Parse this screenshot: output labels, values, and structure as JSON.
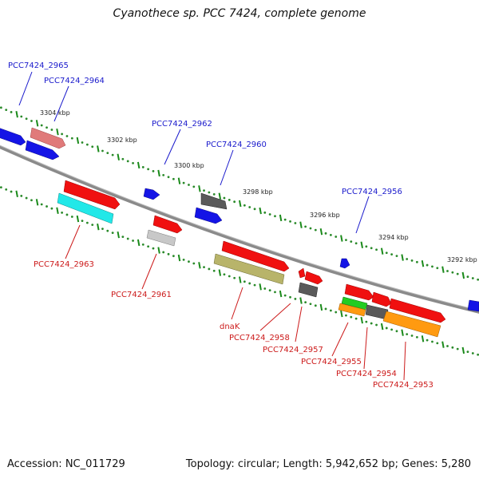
{
  "title": "Cyanothece sp. PCC 7424, complete genome",
  "footer": {
    "accession": "Accession: NC_011729",
    "summary": "Topology: circular; Length: 5,942,652 bp; Genes: 5,280"
  },
  "scale_labels": [
    "3304 kbp",
    "3302 kbp",
    "3300 kbp",
    "3298 kbp",
    "3296 kbp",
    "3294 kbp",
    "3292 kbp"
  ],
  "colors": {
    "forward_label": "#1a1acc",
    "reverse_label": "#cc1a1a",
    "backbone": "#808080",
    "tick_minor": "#1a8a1a",
    "tick_dot": "#2a8a2a"
  },
  "genes": {
    "top": [
      {
        "id": "PCC7424_2965",
        "label": "PCC7424_2965"
      },
      {
        "id": "PCC7424_2964",
        "label": "PCC7424_2964"
      },
      {
        "id": "PCC7424_2962",
        "label": "PCC7424_2962"
      },
      {
        "id": "PCC7424_2960",
        "label": "PCC7424_2960"
      },
      {
        "id": "PCC7424_2956",
        "label": "PCC7424_2956"
      }
    ],
    "bottom": [
      {
        "id": "PCC7424_2963",
        "label": "PCC7424_2963"
      },
      {
        "id": "PCC7424_2961",
        "label": "PCC7424_2961"
      },
      {
        "id": "dnaK",
        "label": "dnaK"
      },
      {
        "id": "PCC7424_2958",
        "label": "PCC7424_2958"
      },
      {
        "id": "PCC7424_2957",
        "label": "PCC7424_2957"
      },
      {
        "id": "PCC7424_2955",
        "label": "PCC7424_2955"
      },
      {
        "id": "PCC7424_2954",
        "label": "PCC7424_2954"
      },
      {
        "id": "PCC7424_2953",
        "label": "PCC7424_2953"
      }
    ]
  }
}
